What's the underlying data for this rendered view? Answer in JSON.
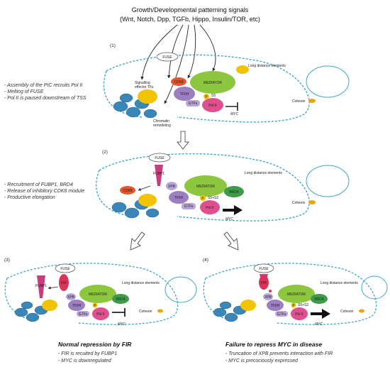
{
  "top_title_line1": "Growth/Developmental patterning signals",
  "top_title_line2": "(Wnt, Notch, Dpp, TGFb, Hippo, Insulin/TOR, etc)",
  "colors": {
    "dna": "#3fa8c8",
    "nucleosome": "#3a86b8",
    "mediator": "#8dc63f",
    "brd4": "#3e9b4a",
    "tfiih": "#9b7fc1",
    "pol2": "#e0508f",
    "cdk8": "#e4572e",
    "fubp1": "#c83d7c",
    "fir": "#d9355a",
    "signalling": "#f2c300",
    "fuse": "#ffffff",
    "xpb": "#b9a3d8"
  },
  "labels": {
    "fuse": "FUSE",
    "mediator": "MEDIATOR",
    "cdk8": "CDK8",
    "tfiih": "TFIIH",
    "gtfs": "GTFs",
    "pol2": "Pol II",
    "myc": "MYC",
    "cohesin": "Cohesin",
    "long_distance": "Long distance elements",
    "brd4": "BRD4",
    "fubp1": "FUBP1",
    "fir": "FIR",
    "xpb": "XPB",
    "p": "P",
    "s5": "S5",
    "s5s2": "S5+S2",
    "signalling": "Signalling effector TFs",
    "chromatin": "Chromatin remodeling"
  },
  "panels": [
    {
      "num": "(1)",
      "notes": [
        "- Assembly of the PIC recruits Pol II",
        "- Melting of FUSE",
        "- Pol II is paused downstream of TSS"
      ]
    },
    {
      "num": "(2)",
      "notes": [
        "- Recruitment of FUBP1, BRD4",
        "- Release of inhibitory CDK8 module",
        "- Productive elongation"
      ]
    },
    {
      "num": "(3)",
      "title": "Normal repression by FIR",
      "notes": [
        "- FIR is recuited by FUBP1",
        "- MYC is downregulated"
      ]
    },
    {
      "num": "(4)",
      "title": "Failure to repress MYC in disease",
      "notes": [
        "- Truncation of XPB prevents interaction with FIR",
        "- MYC is precociously expressed"
      ]
    }
  ]
}
